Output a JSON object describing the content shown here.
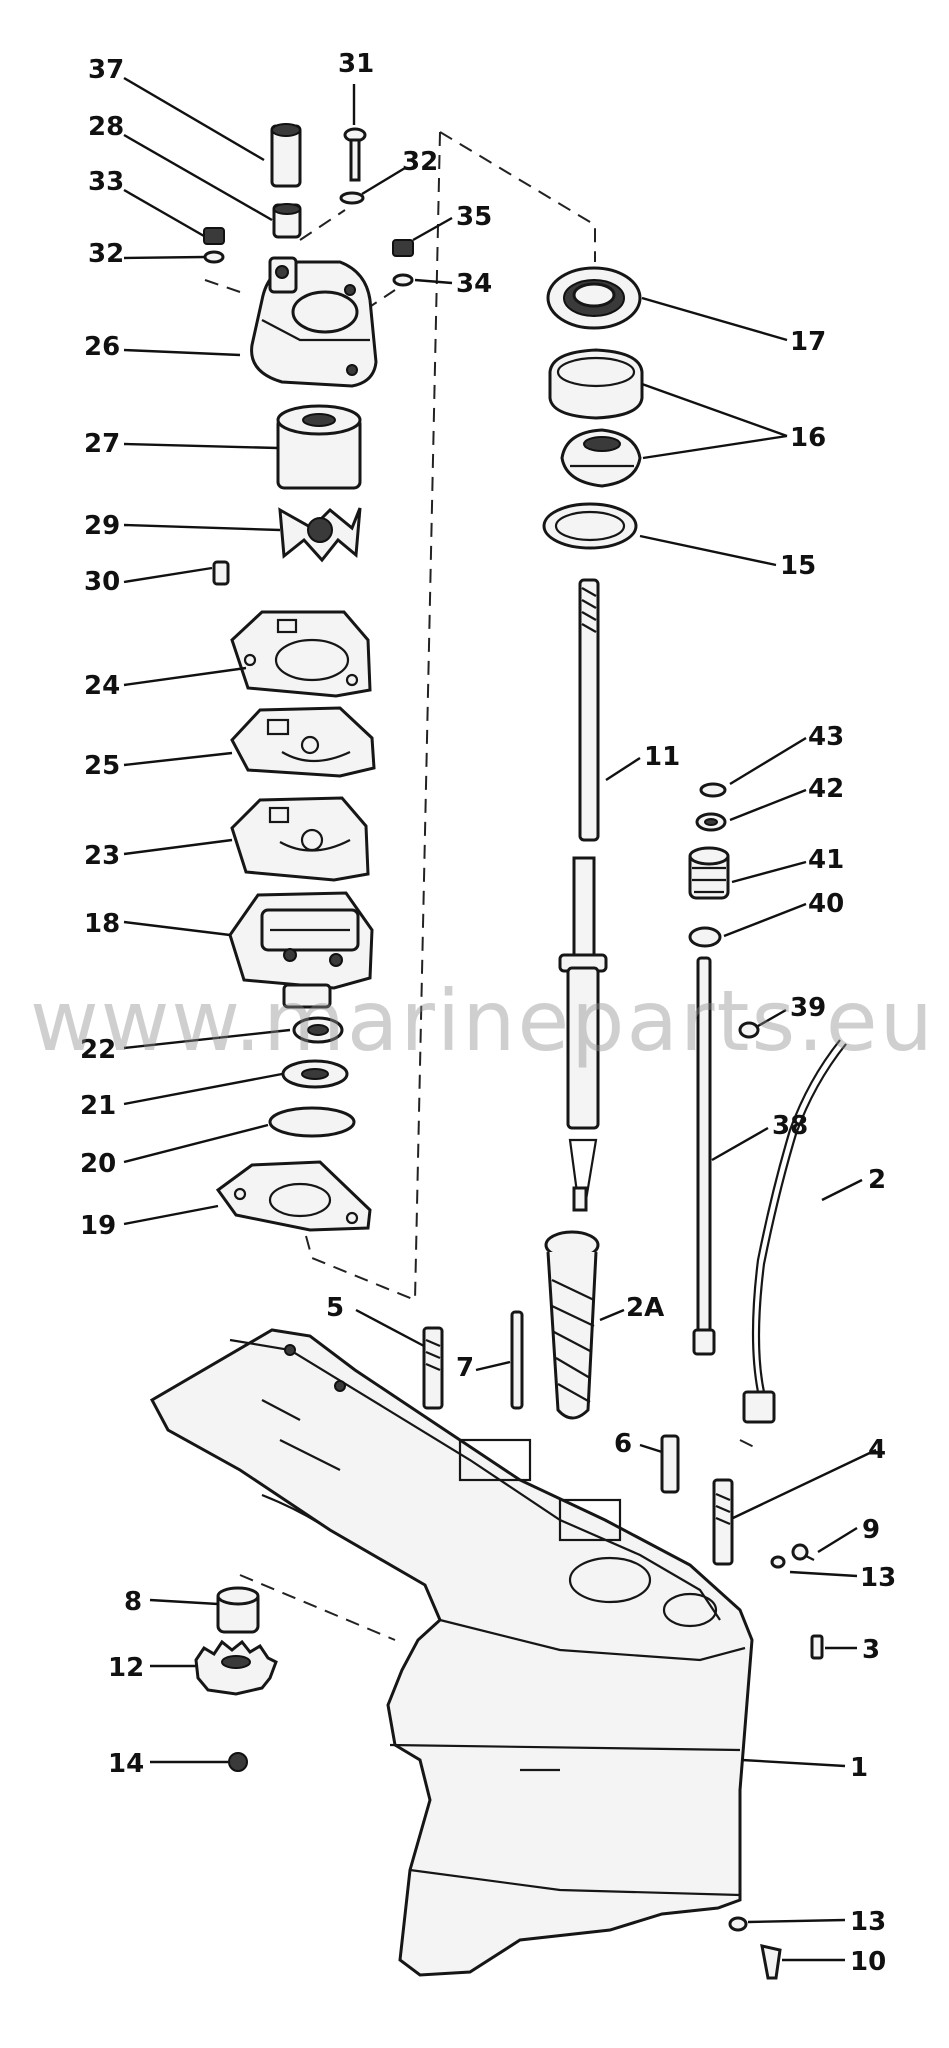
{
  "watermark": "www.marineparts.eu",
  "callouts": [
    {
      "id": "p37",
      "label": "37"
    },
    {
      "id": "p31",
      "label": "31"
    },
    {
      "id": "p28",
      "label": "28"
    },
    {
      "id": "p32a",
      "label": "32"
    },
    {
      "id": "p33",
      "label": "33"
    },
    {
      "id": "p35",
      "label": "35"
    },
    {
      "id": "p32b",
      "label": "32"
    },
    {
      "id": "p34",
      "label": "34"
    },
    {
      "id": "p17",
      "label": "17"
    },
    {
      "id": "p26",
      "label": "26"
    },
    {
      "id": "p16",
      "label": "16"
    },
    {
      "id": "p27",
      "label": "27"
    },
    {
      "id": "p29",
      "label": "29"
    },
    {
      "id": "p15",
      "label": "15"
    },
    {
      "id": "p30",
      "label": "30"
    },
    {
      "id": "p24",
      "label": "24"
    },
    {
      "id": "p43",
      "label": "43"
    },
    {
      "id": "p11",
      "label": "11"
    },
    {
      "id": "p25",
      "label": "25"
    },
    {
      "id": "p42",
      "label": "42"
    },
    {
      "id": "p41",
      "label": "41"
    },
    {
      "id": "p23",
      "label": "23"
    },
    {
      "id": "p40",
      "label": "40"
    },
    {
      "id": "p18",
      "label": "18"
    },
    {
      "id": "p39",
      "label": "39"
    },
    {
      "id": "p22",
      "label": "22"
    },
    {
      "id": "p21",
      "label": "21"
    },
    {
      "id": "p38",
      "label": "38"
    },
    {
      "id": "p20",
      "label": "20"
    },
    {
      "id": "p2",
      "label": "2"
    },
    {
      "id": "p19",
      "label": "19"
    },
    {
      "id": "p2a",
      "label": "2A"
    },
    {
      "id": "p5",
      "label": "5"
    },
    {
      "id": "p7",
      "label": "7"
    },
    {
      "id": "p6",
      "label": "6"
    },
    {
      "id": "p4",
      "label": "4"
    },
    {
      "id": "p9",
      "label": "9"
    },
    {
      "id": "p13a",
      "label": "13"
    },
    {
      "id": "p8",
      "label": "8"
    },
    {
      "id": "p3",
      "label": "3"
    },
    {
      "id": "p12",
      "label": "12"
    },
    {
      "id": "p14",
      "label": "14"
    },
    {
      "id": "p1",
      "label": "1"
    },
    {
      "id": "p13b",
      "label": "13"
    },
    {
      "id": "p10",
      "label": "10"
    }
  ]
}
